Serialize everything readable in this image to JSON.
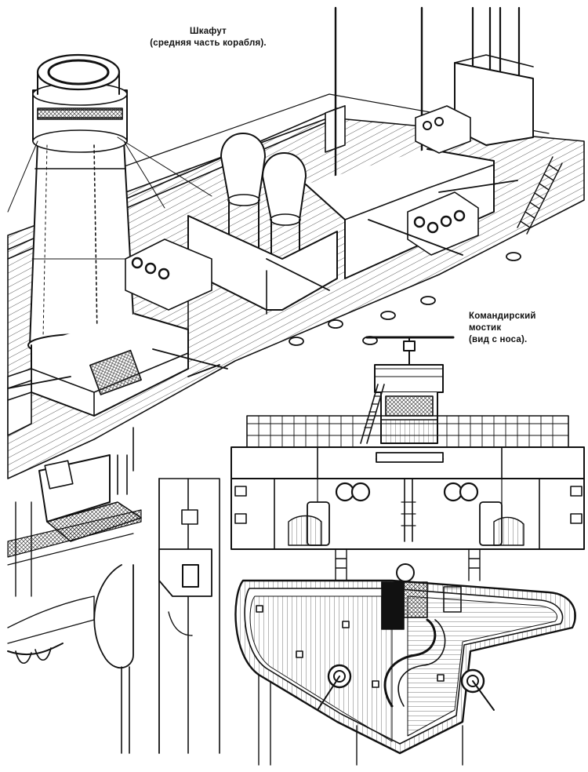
{
  "labels": {
    "waist_title": "Шкафут",
    "waist_subtitle": "(средняя часть корабля).",
    "bridge_line1": "Командирский",
    "bridge_line2": "мостик",
    "bridge_line3": "(вид с носа)."
  },
  "colors": {
    "ink": "#111111",
    "paper": "#ffffff",
    "hatch": "#555555"
  }
}
